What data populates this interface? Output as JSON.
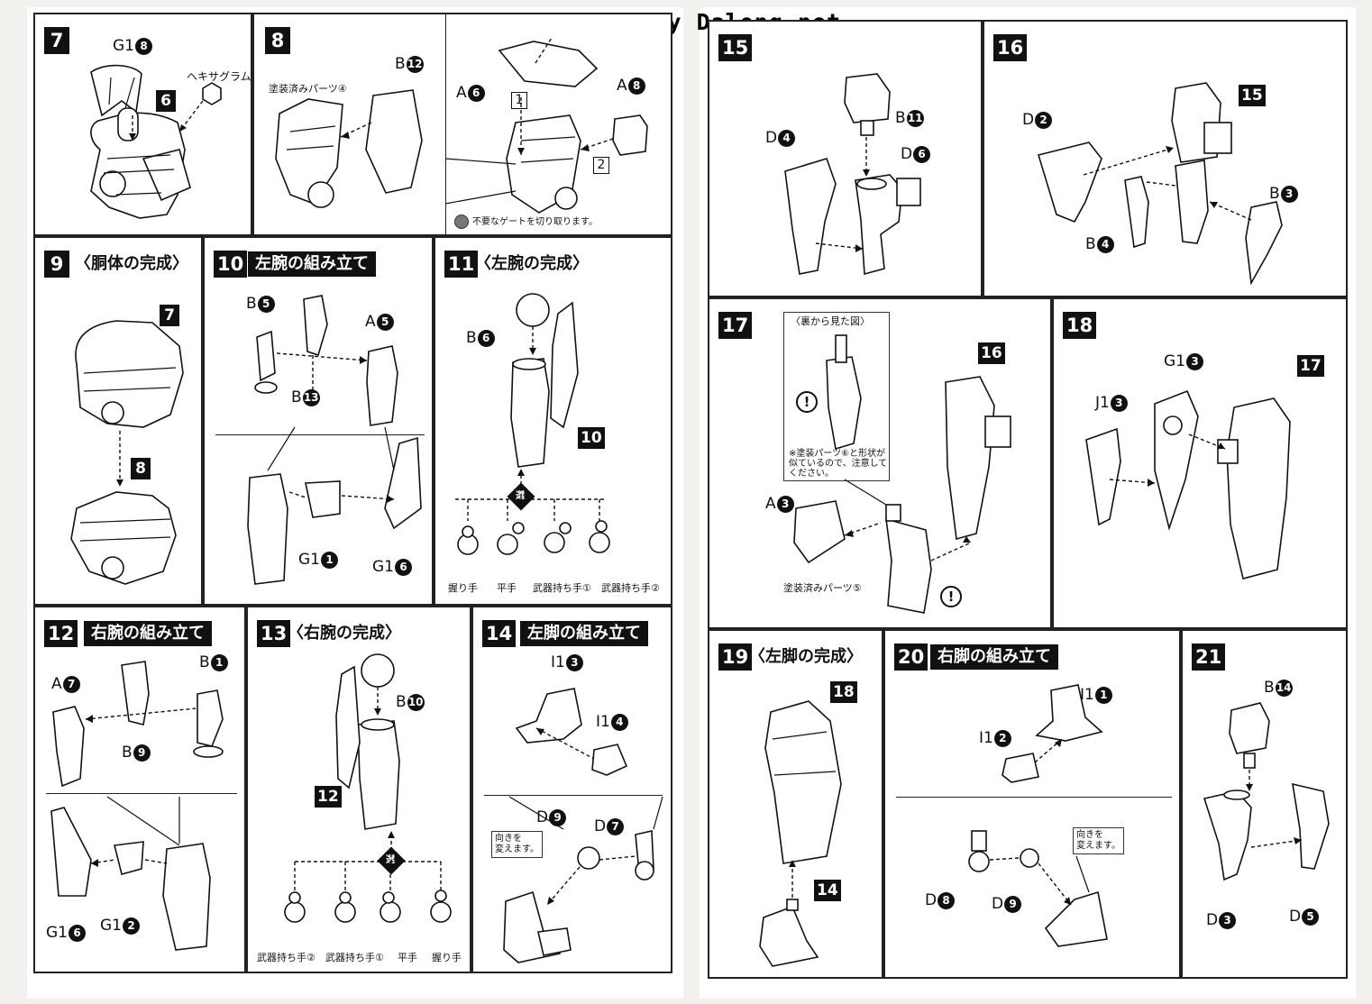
{
  "watermark": "Scanned by Dalong.net",
  "steps": {
    "s7": {
      "num": "7",
      "hexagram": "ヘキサグラム",
      "parts": {
        "g1_8": {
          "l": "G1",
          "n": "8"
        },
        "ref6": "6"
      }
    },
    "s8": {
      "num": "8",
      "painted": "塗装済みパーツ④",
      "gate_note": "不要なゲートを切り取ります。",
      "sub1": "1",
      "sub2": "2",
      "parts": {
        "b12": {
          "l": "B",
          "n": "12"
        },
        "a6": {
          "l": "A",
          "n": "6"
        },
        "a8": {
          "l": "A",
          "n": "8"
        }
      }
    },
    "s9": {
      "num": "9",
      "title": "〈胴体の完成〉",
      "ref7": "7",
      "ref8": "8"
    },
    "s10": {
      "num": "10",
      "title": "左腕の組み立て",
      "parts": {
        "b5": {
          "l": "B",
          "n": "5"
        },
        "a5": {
          "l": "A",
          "n": "5"
        },
        "b13": {
          "l": "B",
          "n": "13"
        },
        "g1_1": {
          "l": "G1",
          "n": "1"
        },
        "g1_6": {
          "l": "G1",
          "n": "6"
        }
      }
    },
    "s11": {
      "num": "11",
      "title": "〈左腕の完成〉",
      "ref10": "10",
      "choice": "選",
      "hands": [
        "握り手",
        "平手",
        "武器持ち手①",
        "武器持ち手②"
      ],
      "parts": {
        "b6": {
          "l": "B",
          "n": "6"
        }
      }
    },
    "s12": {
      "num": "12",
      "title": "右腕の組み立て",
      "parts": {
        "a7": {
          "l": "A",
          "n": "7"
        },
        "b1": {
          "l": "B",
          "n": "1"
        },
        "b9": {
          "l": "B",
          "n": "9"
        },
        "g1_6": {
          "l": "G1",
          "n": "6"
        },
        "g1_2": {
          "l": "G1",
          "n": "2"
        }
      }
    },
    "s13": {
      "num": "13",
      "title": "〈右腕の完成〉",
      "ref12": "12",
      "choice": "選",
      "hands": [
        "武器持ち手②",
        "武器持ち手①",
        "平手",
        "握り手"
      ],
      "parts": {
        "b10": {
          "l": "B",
          "n": "10"
        }
      }
    },
    "s14": {
      "num": "14",
      "title": "左脚の組み立て",
      "turn": "向きを\n変えます。",
      "parts": {
        "i1_3": {
          "l": "I1",
          "n": "3"
        },
        "i1_4": {
          "l": "I1",
          "n": "4"
        },
        "d9": {
          "l": "D",
          "n": "9"
        },
        "d7": {
          "l": "D",
          "n": "7"
        }
      }
    },
    "s15": {
      "num": "15",
      "parts": {
        "b11": {
          "l": "B",
          "n": "11"
        },
        "d4": {
          "l": "D",
          "n": "4"
        },
        "d6": {
          "l": "D",
          "n": "6"
        }
      }
    },
    "s16": {
      "num": "16",
      "ref15": "15",
      "parts": {
        "d2": {
          "l": "D",
          "n": "2"
        },
        "b3": {
          "l": "B",
          "n": "3"
        },
        "b4": {
          "l": "B",
          "n": "4"
        }
      }
    },
    "s17": {
      "num": "17",
      "ref16": "16",
      "back_view": "〈裏から見た図〉",
      "caution": "※塗装パーツ⑥と形状が\n似ているので、注意して\nください。",
      "painted": "塗装済みパーツ⑤",
      "excl": "!",
      "parts": {
        "a3": {
          "l": "A",
          "n": "3"
        }
      }
    },
    "s18": {
      "num": "18",
      "ref17": "17",
      "parts": {
        "g1_3": {
          "l": "G1",
          "n": "3"
        },
        "j1_3": {
          "l": "J1",
          "n": "3"
        }
      }
    },
    "s19": {
      "num": "19",
      "title": "〈左脚の完成〉",
      "ref18": "18",
      "ref14": "14"
    },
    "s20": {
      "num": "20",
      "title": "右脚の組み立て",
      "turn": "向きを\n変えます。",
      "parts": {
        "i1_1": {
          "l": "I1",
          "n": "1"
        },
        "i1_2": {
          "l": "I1",
          "n": "2"
        },
        "d8": {
          "l": "D",
          "n": "8"
        },
        "d9": {
          "l": "D",
          "n": "9"
        }
      }
    },
    "s21": {
      "num": "21",
      "parts": {
        "b14": {
          "l": "B",
          "n": "14"
        },
        "d3": {
          "l": "D",
          "n": "3"
        },
        "d5": {
          "l": "D",
          "n": "5"
        }
      }
    }
  }
}
